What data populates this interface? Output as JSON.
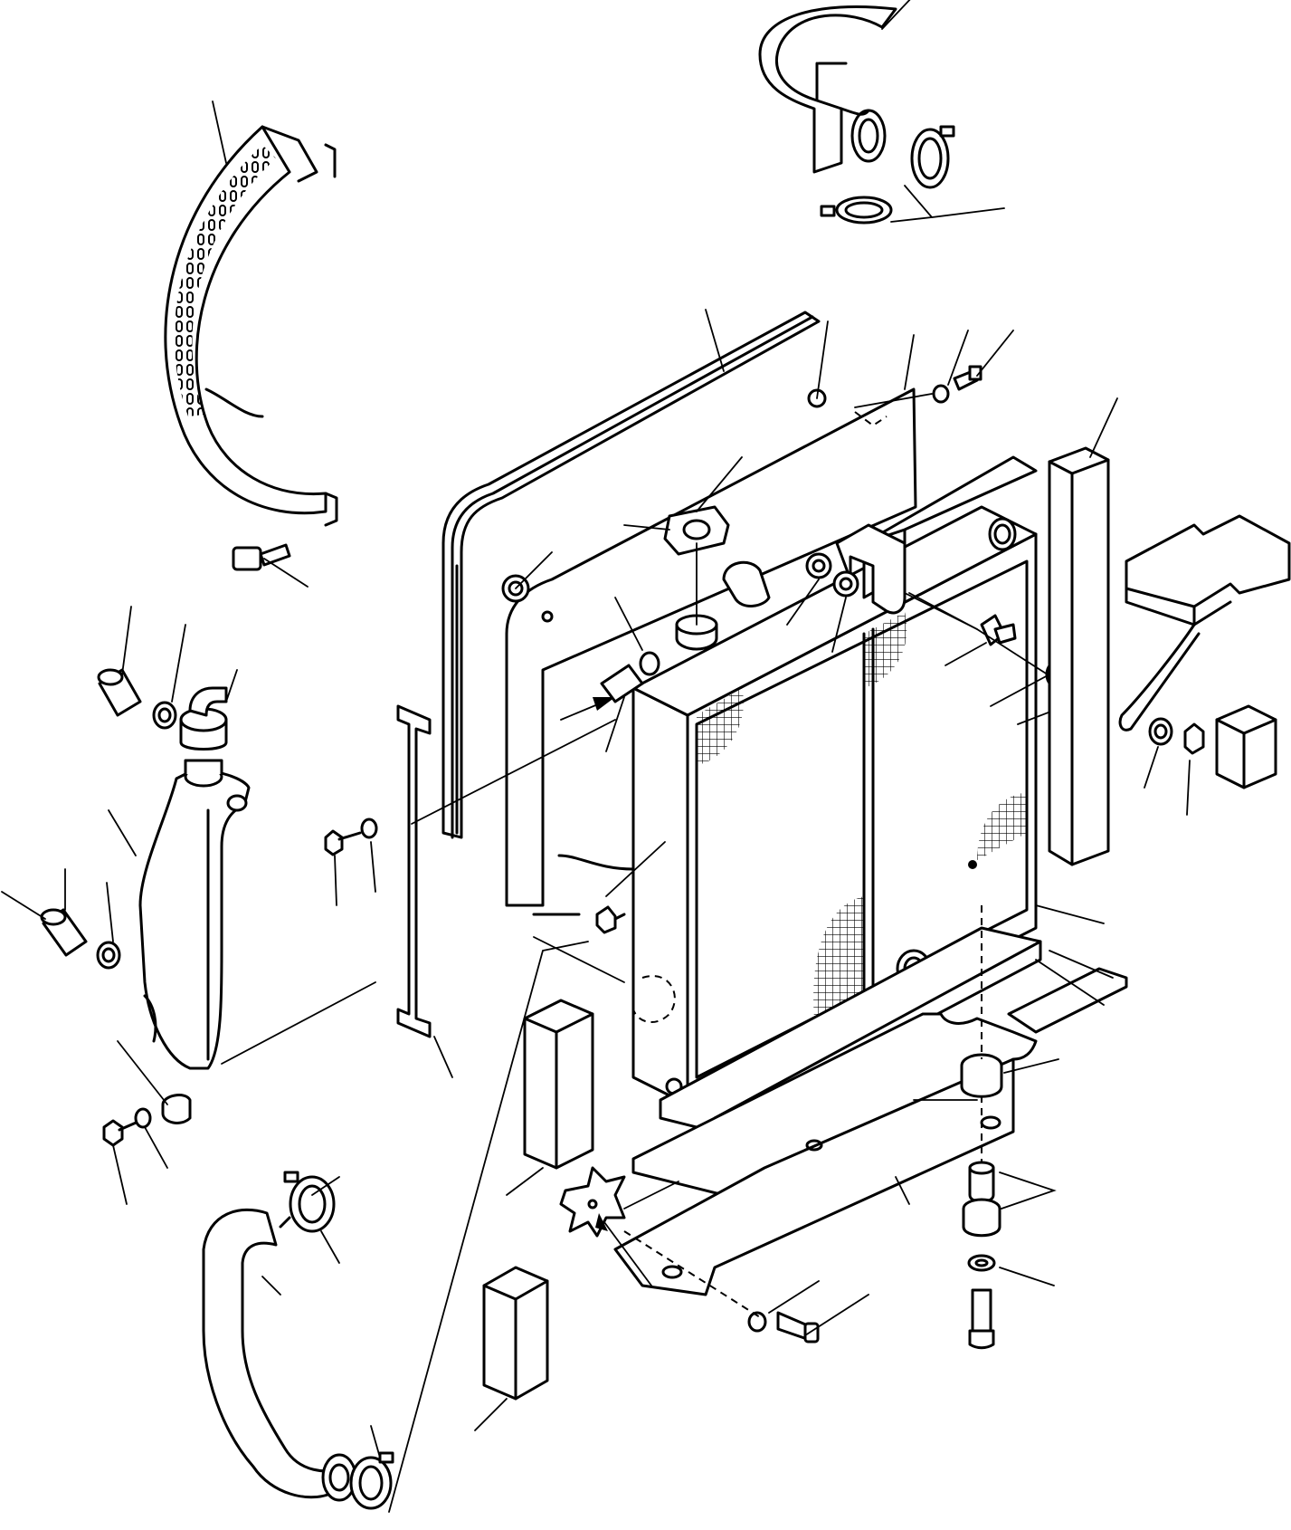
{
  "diagram": {
    "type": "exploded-parts-drawing",
    "stroke_color": "#000000",
    "background_color": "#ffffff",
    "parts": [
      {
        "name": "upper-radiator-hose",
        "icon": "hose-icon"
      },
      {
        "name": "upper-hose-clamps",
        "icon": "clamp-icon"
      },
      {
        "name": "fan-guard",
        "icon": "fan-guard-icon"
      },
      {
        "name": "fan-guard-bolt",
        "icon": "bolt-icon"
      },
      {
        "name": "radiator-shroud",
        "icon": "shroud-icon"
      },
      {
        "name": "rubber-seal-strip",
        "icon": "seal-icon"
      },
      {
        "name": "radiator-core",
        "icon": "radiator-icon"
      },
      {
        "name": "radiator-cap-seal",
        "icon": "cap-icon"
      },
      {
        "name": "mounting-bracket",
        "icon": "bracket-icon"
      },
      {
        "name": "reserve-tank",
        "icon": "tank-icon"
      },
      {
        "name": "reserve-tank-cap",
        "icon": "cap-icon"
      },
      {
        "name": "overflow-hose",
        "icon": "hose-icon"
      },
      {
        "name": "lower-radiator-hose",
        "icon": "hose-icon"
      },
      {
        "name": "foam-blocks",
        "icon": "foam-block-icon"
      },
      {
        "name": "support-plate",
        "icon": "plate-icon"
      },
      {
        "name": "rubber-mounts",
        "icon": "mount-icon"
      },
      {
        "name": "mount-bolts",
        "icon": "bolt-icon"
      }
    ]
  }
}
